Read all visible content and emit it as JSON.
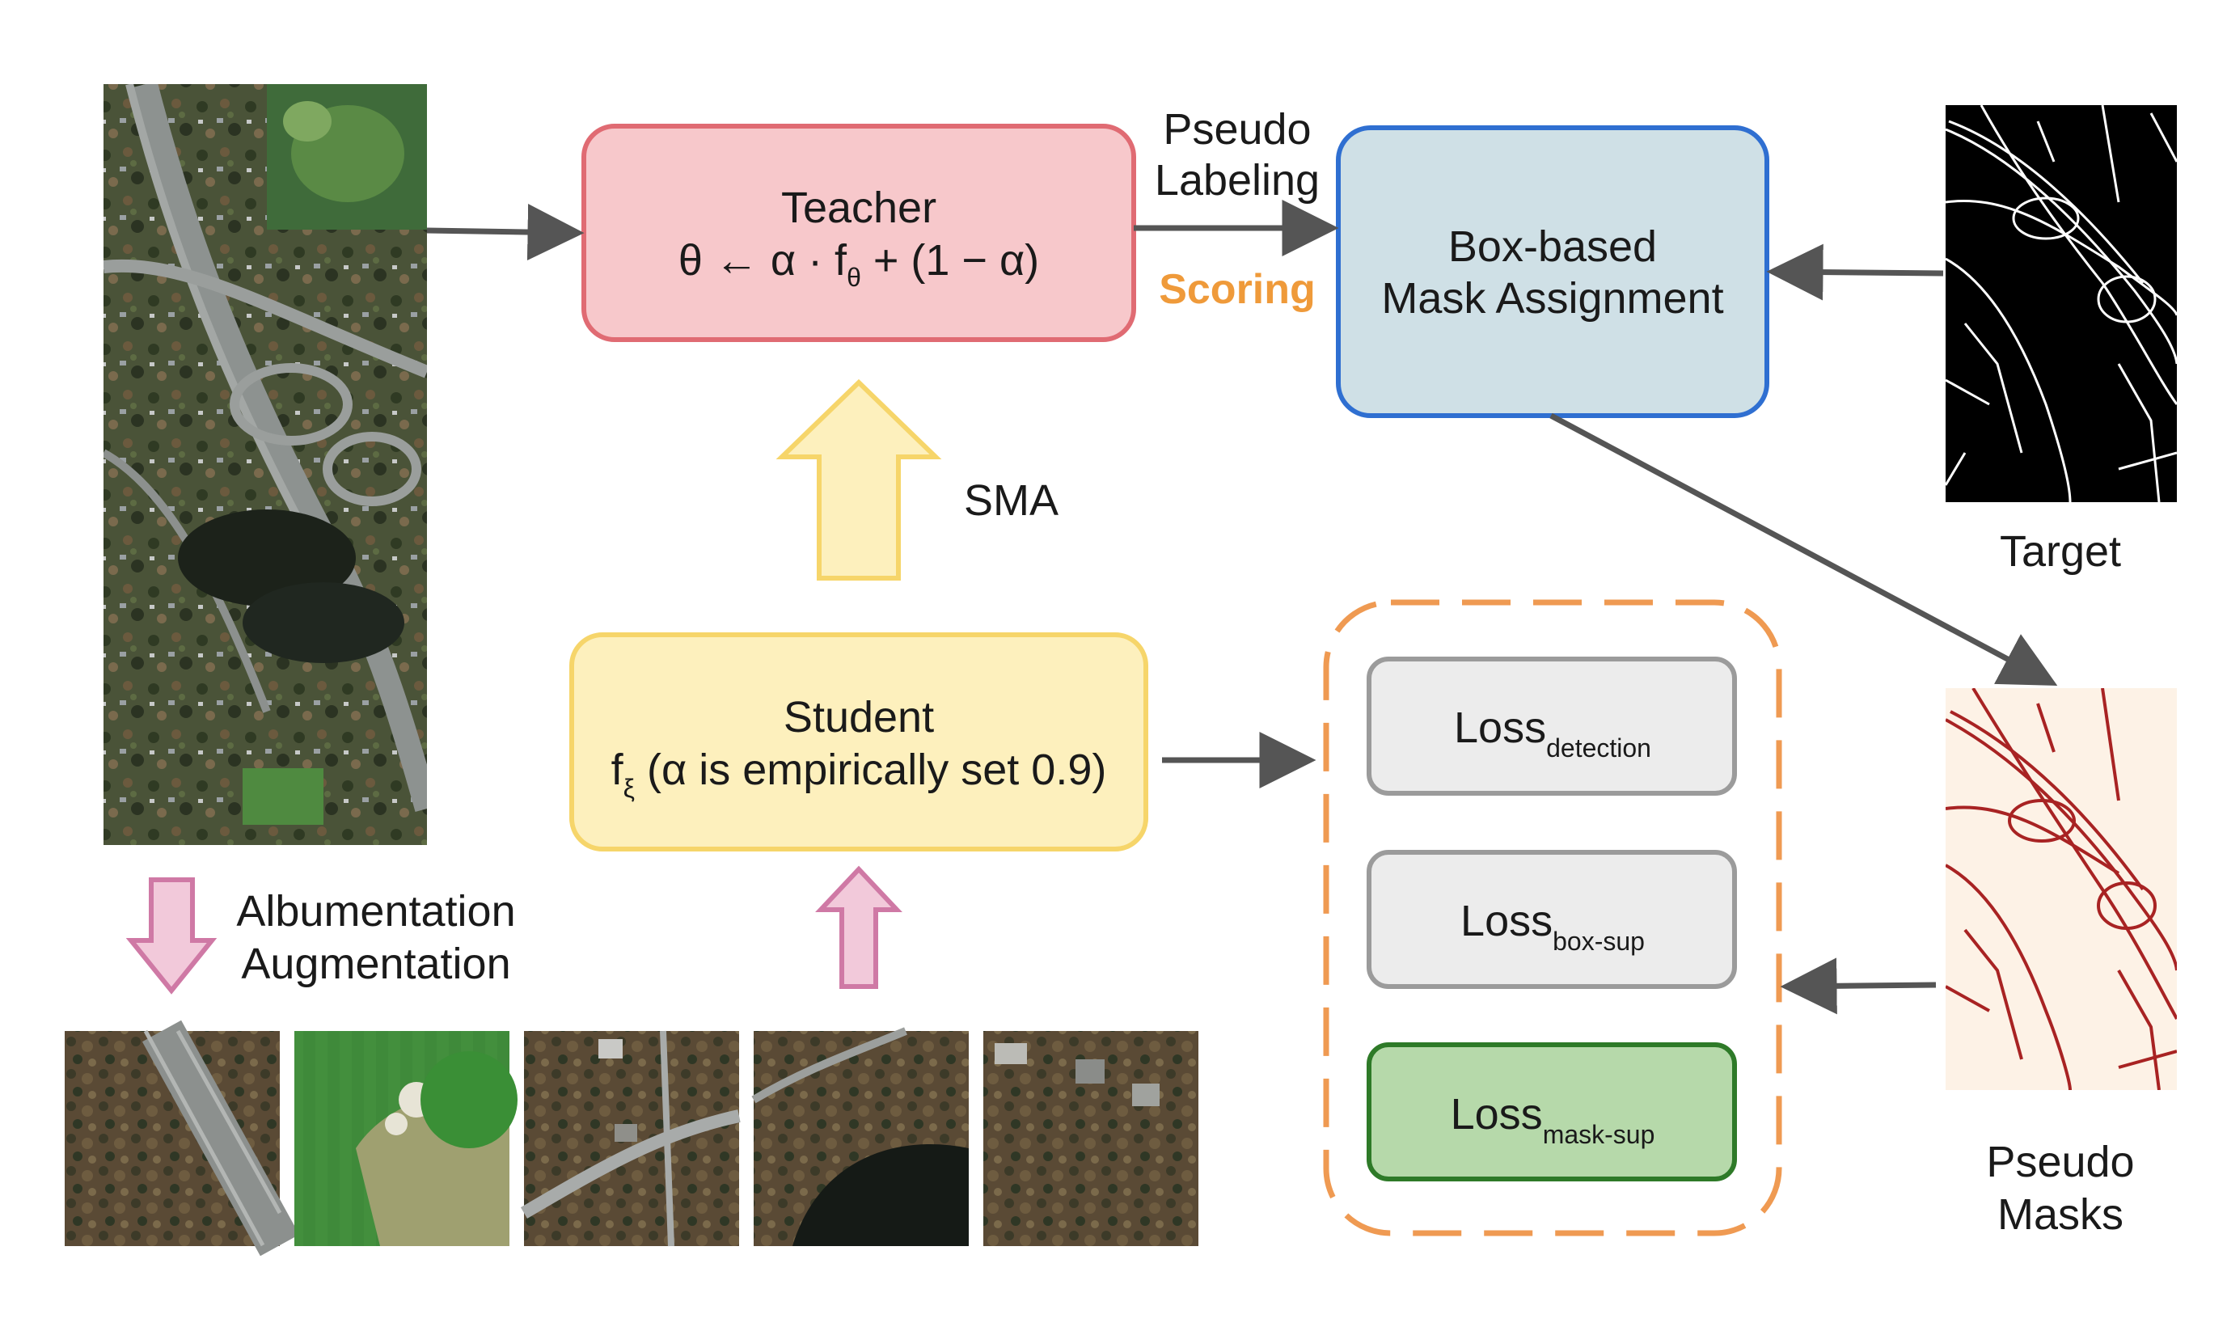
{
  "colors": {
    "teacher_fill": "#f7c8cb",
    "teacher_stroke": "#e06b73",
    "assign_fill": "#cfe0e6",
    "assign_stroke": "#2f6fd1",
    "student_fill": "#fdf0bd",
    "student_stroke": "#f6d56a",
    "loss_fill": "#ececec",
    "loss_stroke": "#9b9b9b",
    "loss_mask_fill": "#b6d9aa",
    "loss_mask_stroke": "#2e7a28",
    "dashed_box": "#ef9a52",
    "scoring": "#ef9a3a",
    "sma_arrow_fill": "#fdf0bd",
    "sma_arrow_stroke": "#f6d56a",
    "pink_arrow_fill": "#f2c9da",
    "pink_arrow_stroke": "#cf79a5",
    "connector": "#555555",
    "pseudo_mask_bg": "#fdf2e6",
    "pseudo_mask_road": "#a82323",
    "target_bg": "#000000",
    "target_road": "#ffffff"
  },
  "teacher": {
    "title": "Teacher",
    "formula_main": "θ ← α · f",
    "formula_sub": "θ",
    "formula_rest": " + (1 − α)"
  },
  "edge_labels": {
    "pseudo_line1": "Pseudo",
    "pseudo_line2": "Labeling",
    "scoring": "Scoring",
    "sma": "SMA",
    "aug_line1": "Albumentation",
    "aug_line2": "Augmentation"
  },
  "assignment": {
    "line1": "Box-based",
    "line2": "Mask Assignment"
  },
  "student": {
    "title": "Student",
    "f": "f",
    "f_sub": "ξ",
    "rest": " (α is empirically set 0.9)"
  },
  "losses": [
    {
      "main": "Loss",
      "sub": "detection"
    },
    {
      "main": "Loss",
      "sub": "box-sup"
    },
    {
      "main": "Loss",
      "sub": "mask-sup"
    }
  ],
  "captions": {
    "target": "Target",
    "pseudo_line1": "Pseudo",
    "pseudo_line2": "Masks"
  },
  "icons": [
    "satellite-image",
    "augmented-crop-image",
    "target-mask-image",
    "pseudo-mask-image",
    "arrow-icon"
  ]
}
